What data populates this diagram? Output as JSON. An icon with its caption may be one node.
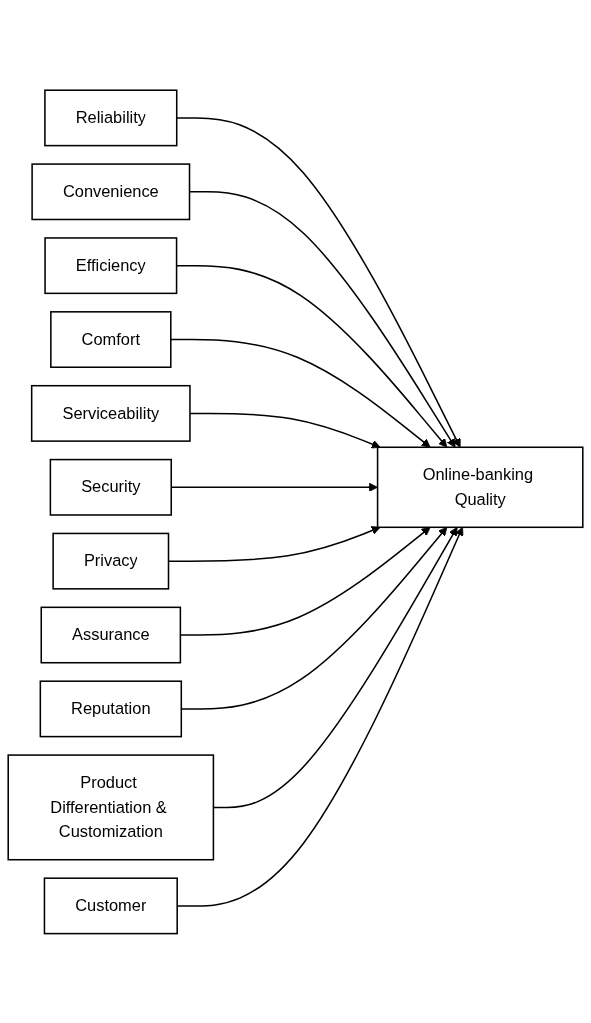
{
  "diagram": {
    "nodes": [
      {
        "text": [
          "Reliability"
        ]
      },
      {
        "text": [
          "Convenience"
        ]
      },
      {
        "text": [
          "Efficiency"
        ]
      },
      {
        "text": [
          "Comfort"
        ]
      },
      {
        "text": [
          "Serviceability"
        ]
      },
      {
        "text": [
          "Security"
        ]
      },
      {
        "text": [
          "Privacy"
        ]
      },
      {
        "text": [
          "Assurance"
        ]
      },
      {
        "text": [
          "Reputation"
        ]
      },
      {
        "text": [
          "Product Differentiation & Customization"
        ]
      },
      {
        "text": [
          "Customer"
        ]
      },
      {
        "text": [
          "Online-banking Quality"
        ]
      }
    ],
    "edges": [
      {
        "from": 0,
        "to": 11,
        "arrow": "to"
      },
      {
        "from": 1,
        "to": 11,
        "arrow": "to"
      },
      {
        "from": 2,
        "to": 11,
        "arrow": "to"
      },
      {
        "from": 3,
        "to": 11,
        "arrow": "to"
      },
      {
        "from": 4,
        "to": 11,
        "arrow": "to"
      },
      {
        "from": 5,
        "to": 11,
        "arrow": "to"
      },
      {
        "from": 6,
        "to": 11,
        "arrow": "to"
      },
      {
        "from": 7,
        "to": 11,
        "arrow": "to"
      },
      {
        "from": 8,
        "to": 11,
        "arrow": "to"
      },
      {
        "from": 9,
        "to": 11,
        "arrow": "to"
      },
      {
        "from": 10,
        "to": 11,
        "arrow": "to"
      }
    ]
  }
}
